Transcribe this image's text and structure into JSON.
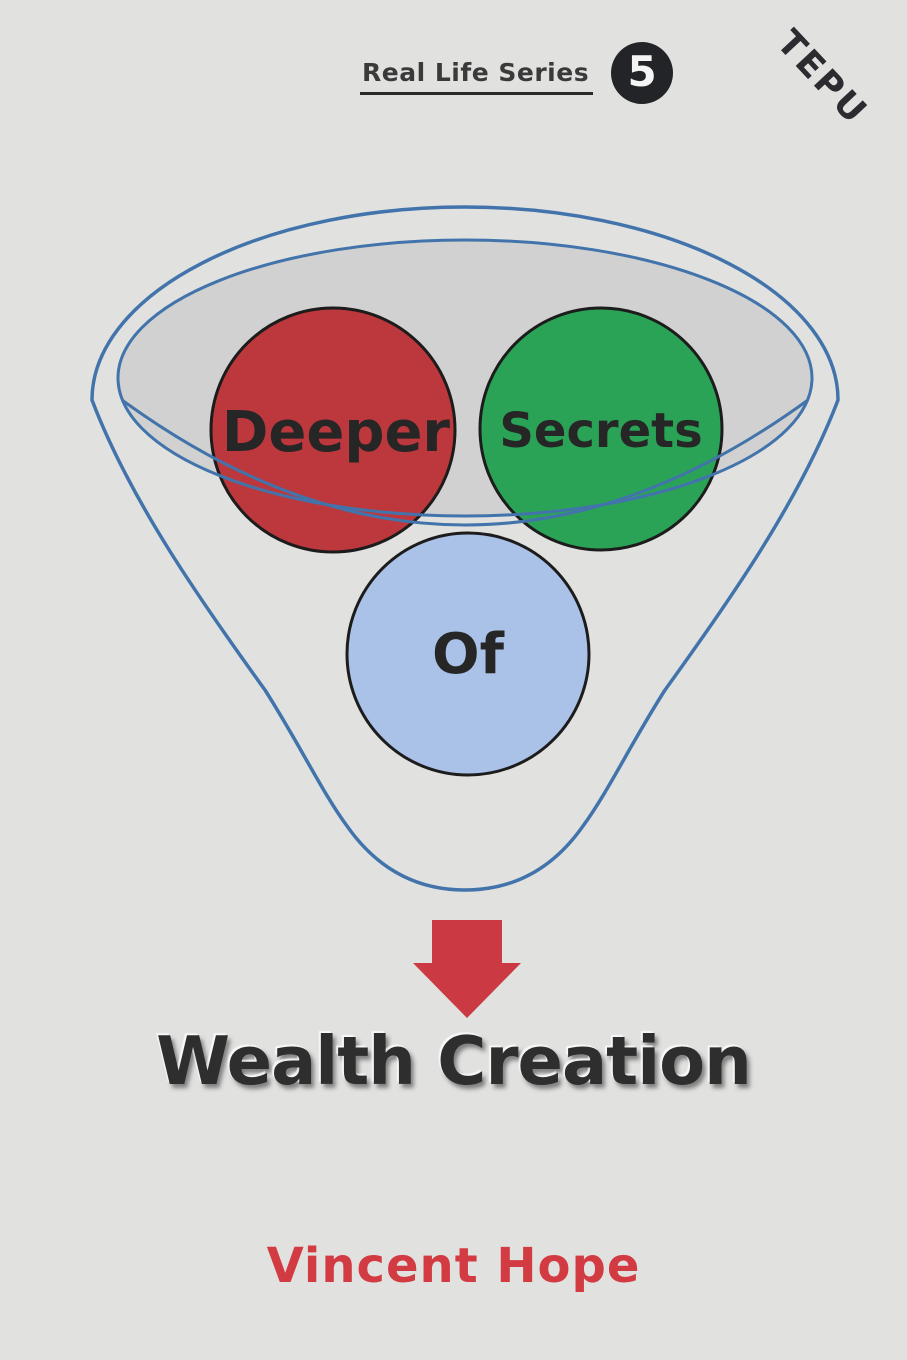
{
  "header": {
    "series_label": "Real Life Series",
    "series_number": "5",
    "publisher": "TEPU"
  },
  "funnel": {
    "labels": [
      "Deeper",
      "Secrets",
      "Of"
    ]
  },
  "title": "Wealth Creation",
  "author": "Vincent Hope",
  "colors": {
    "background": "#e1e2e0",
    "funnel_stroke": "#4274ab",
    "funnel_mouth_fill": "#d0d1d0",
    "circle_red": "#bc383d",
    "circle_green": "#2aa356",
    "circle_blue": "#abc2e8",
    "circle_outline": "#1c1c1c",
    "arrow_red": "#cb3a43",
    "badge_black": "#222427",
    "title_color": "#2e2e2e",
    "author_color": "#d23b42"
  }
}
